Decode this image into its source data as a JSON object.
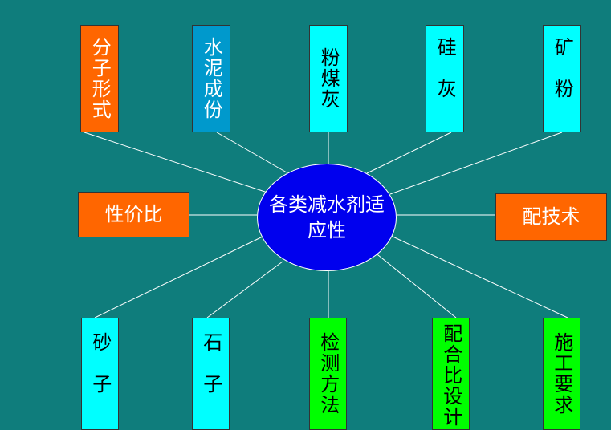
{
  "center": {
    "label": "各类减水剂适应性",
    "color": "#0000ee"
  },
  "top_nodes": [
    {
      "label": "分子形式",
      "color": "#ff6600"
    },
    {
      "label": "水泥成份",
      "color": "#0099cc"
    },
    {
      "label": "粉煤灰",
      "color": "#00ffff"
    },
    {
      "label": "硅灰",
      "color": "#00ffff"
    },
    {
      "label": "矿粉",
      "color": "#00ffff"
    }
  ],
  "middle_nodes": [
    {
      "label": "性价比",
      "color": "#ff6600"
    },
    {
      "label": "配技术",
      "color": "#ff6600"
    }
  ],
  "bottom_nodes": [
    {
      "label": "砂子",
      "color": "#00ffff"
    },
    {
      "label": "石子",
      "color": "#00ffff"
    },
    {
      "label": "检测方法",
      "color": "#00ff00"
    },
    {
      "label": "配合比设计",
      "color": "#00ff00"
    },
    {
      "label": "施工要求",
      "color": "#00ff00"
    }
  ],
  "colors": {
    "background": "#0f7d7c",
    "connector": "#ffffff"
  }
}
